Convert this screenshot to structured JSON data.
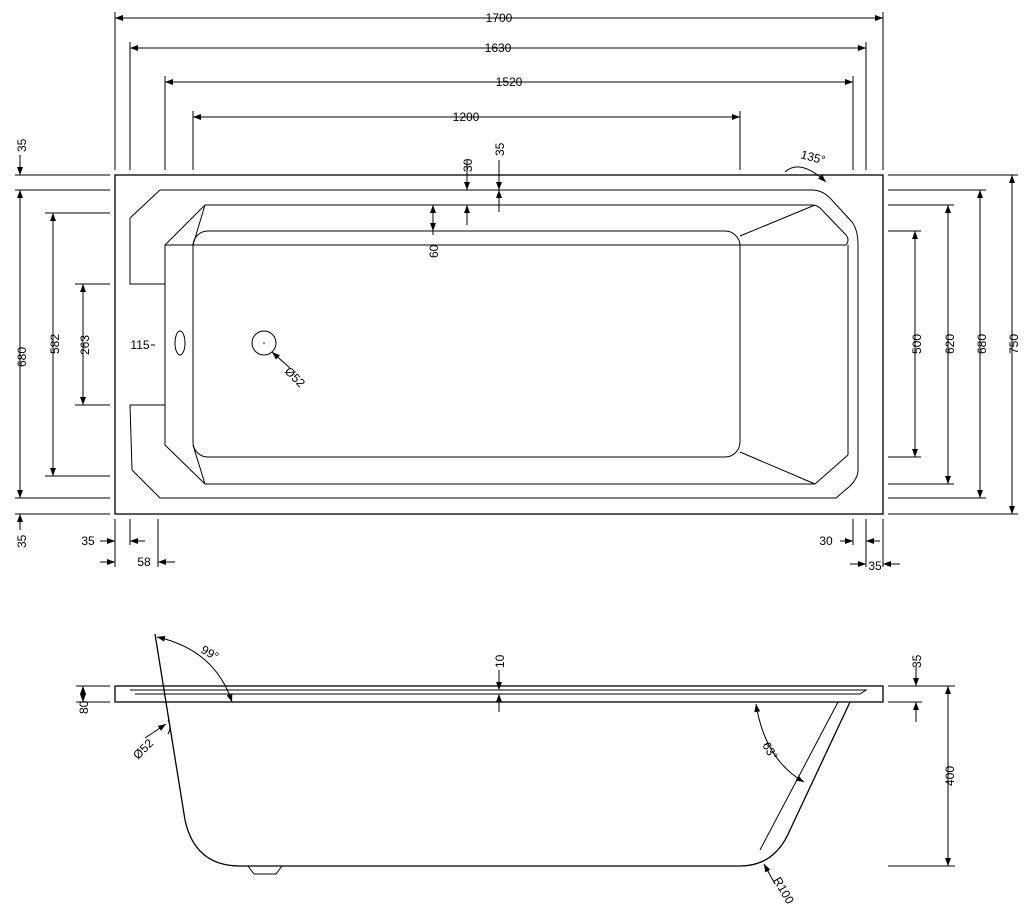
{
  "top_view": {
    "dims": {
      "overall_length": "1700",
      "rim_length": "1630",
      "inner_length": "1520",
      "base_length": "1200",
      "rim_top": "35",
      "rim_30": "30",
      "rim_35_top": "35",
      "rim_60": "60",
      "angle_135": "135°",
      "width_680_left": "680",
      "width_582": "582",
      "width_263": "263",
      "offset_115": "115",
      "waste_dia": "Ø52",
      "width_500": "500",
      "width_620": "620",
      "width_680_right": "680",
      "overall_width": "750",
      "rim_bottom": "35",
      "left_35": "35",
      "left_58": "58",
      "right_30": "30",
      "right_35": "35"
    }
  },
  "side_view": {
    "dims": {
      "angle_99": "99°",
      "rim_10": "10",
      "rim_35": "35",
      "rim_80": "80",
      "overflow_dia": "Ø52",
      "angle_63": "63°",
      "height_400": "400",
      "radius_100": "R100"
    }
  }
}
